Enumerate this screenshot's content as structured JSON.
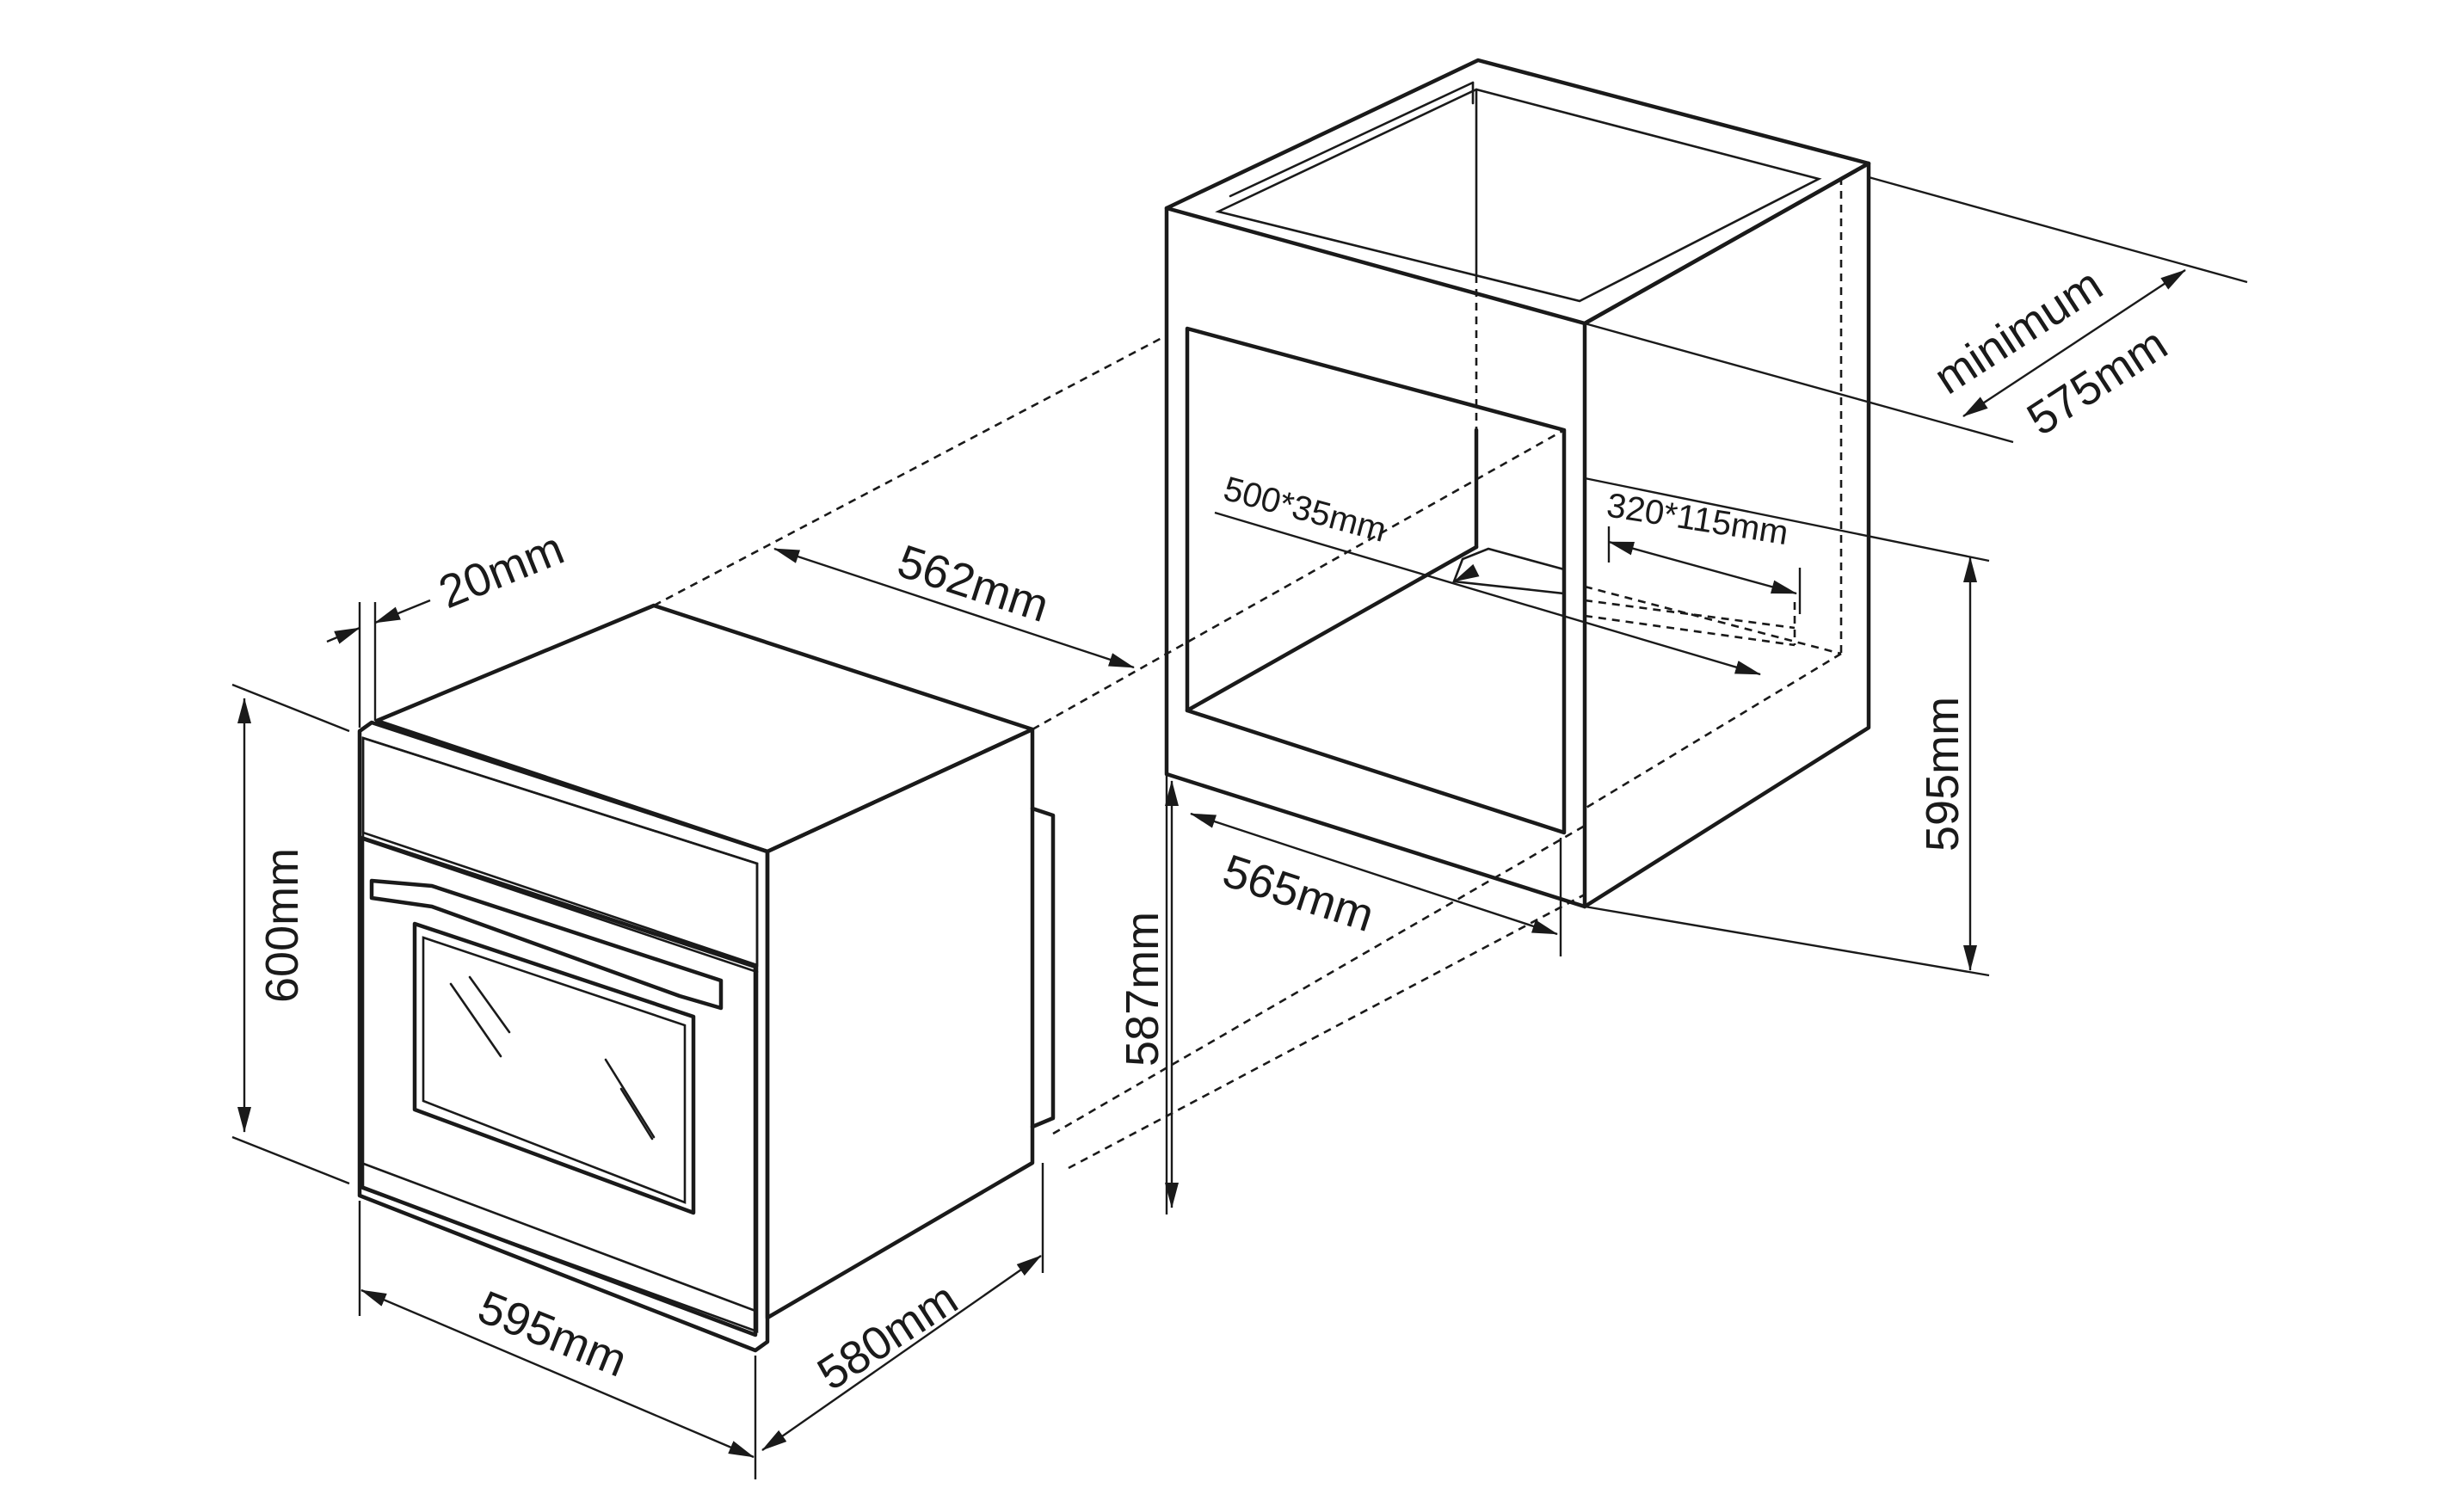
{
  "dimensions": {
    "oven_thickness": "20mm",
    "oven_height": "600mm",
    "oven_width": "595mm",
    "oven_depth": "580mm",
    "recess_depth": "562mm",
    "niche_depth_front": "587mm",
    "niche_width": "565mm",
    "niche_height": "595mm",
    "cabinet_min_prefix": "minimum",
    "cabinet_min_depth": "575mm",
    "vent_front": "500*35mm",
    "vent_back": "320*115mm"
  }
}
